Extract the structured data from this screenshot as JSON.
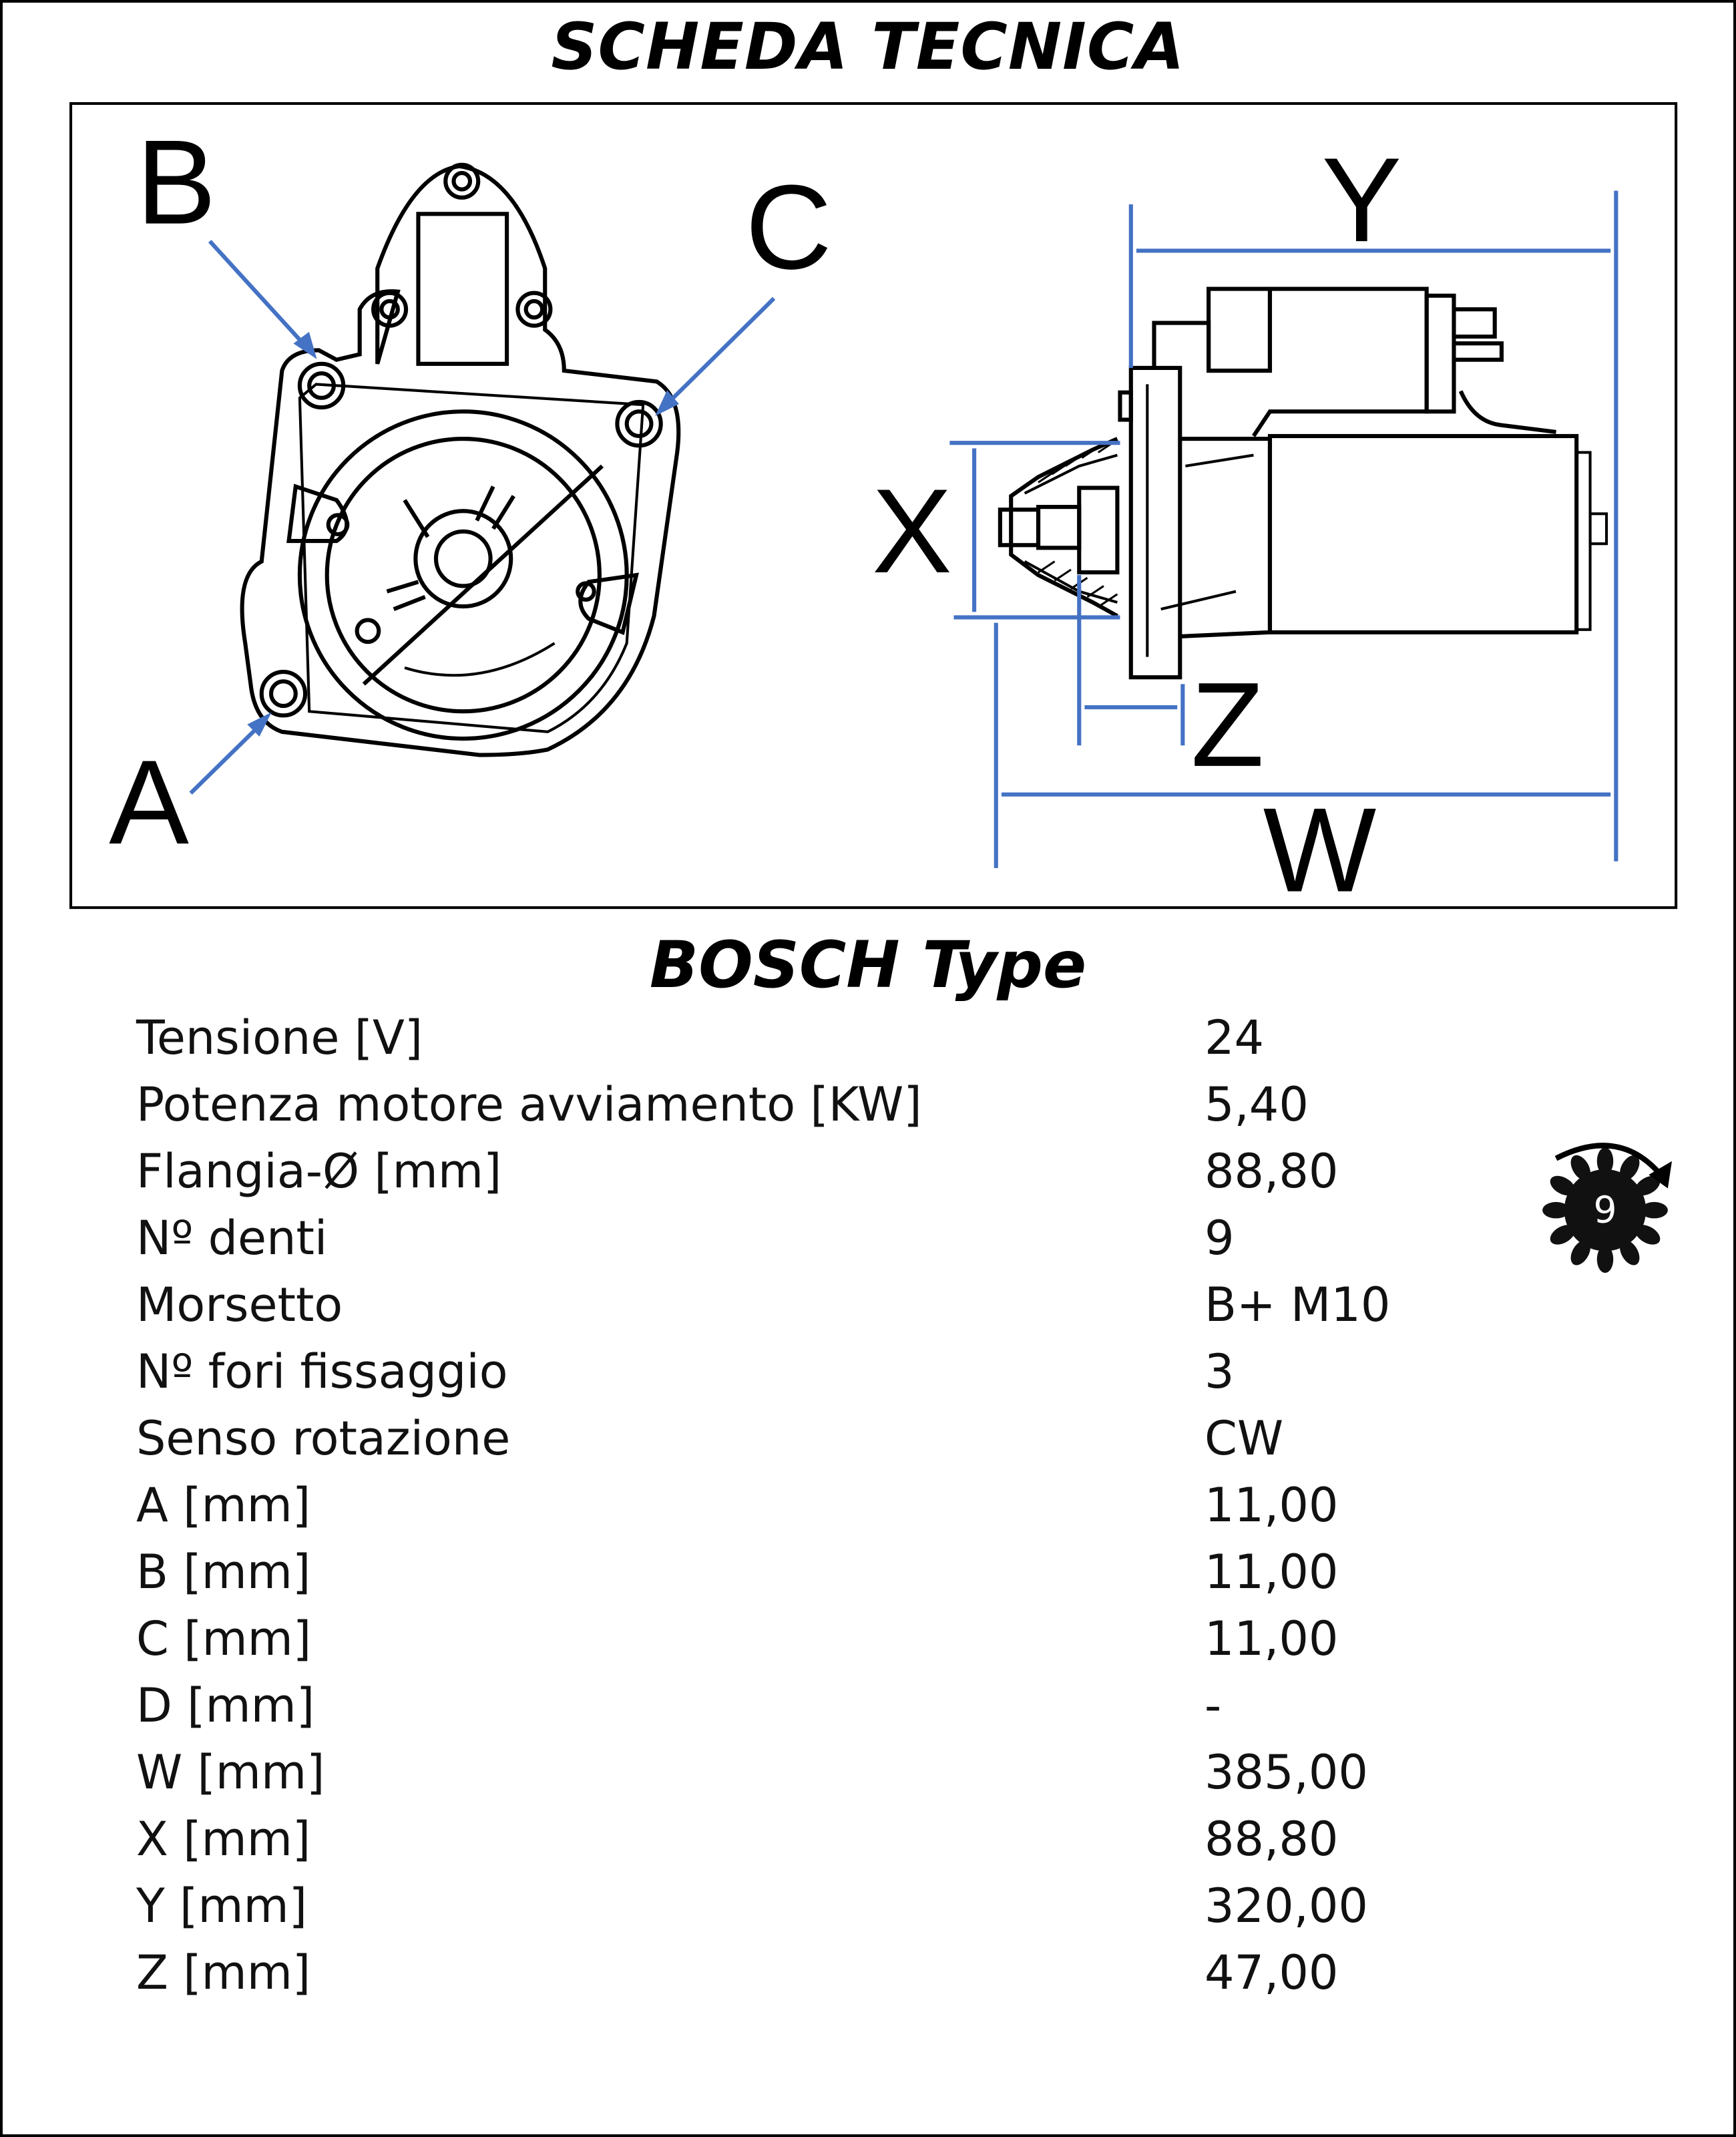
{
  "title": "SCHEDA TECNICA",
  "drawing": {
    "labels": {
      "a": "A",
      "b": "B",
      "c": "C",
      "x": "X",
      "y": "Y",
      "z": "Z",
      "w": "W"
    },
    "dimension_color": "#4472C4"
  },
  "subtitle": "BOSCH Type",
  "specs": [
    {
      "label": "Tensione [V]",
      "value": "24"
    },
    {
      "label": "Potenza motore avviamento [KW]",
      "value": "5,40"
    },
    {
      "label": "Flangia-Ø [mm]",
      "value": "88,80"
    },
    {
      "label": "Nº denti",
      "value": "9"
    },
    {
      "label": "Morsetto",
      "value": "B+ M10"
    },
    {
      "label": "Nº fori fissaggio",
      "value": "3"
    },
    {
      "label": "Senso rotazione",
      "value": "CW"
    },
    {
      "label": "A [mm]",
      "value": "11,00"
    },
    {
      "label": "B [mm]",
      "value": "11,00"
    },
    {
      "label": "C [mm]",
      "value": "11,00"
    },
    {
      "label": "D [mm]",
      "value": "-"
    },
    {
      "label": "W [mm]",
      "value": "385,00"
    },
    {
      "label": "X [mm]",
      "value": "88,80"
    },
    {
      "label": "Y [mm]",
      "value": "320,00"
    },
    {
      "label": "Z [mm]",
      "value": "47,00"
    }
  ],
  "gear_icon": {
    "teeth": "9",
    "icon": "gear-rotation-cw-icon"
  }
}
